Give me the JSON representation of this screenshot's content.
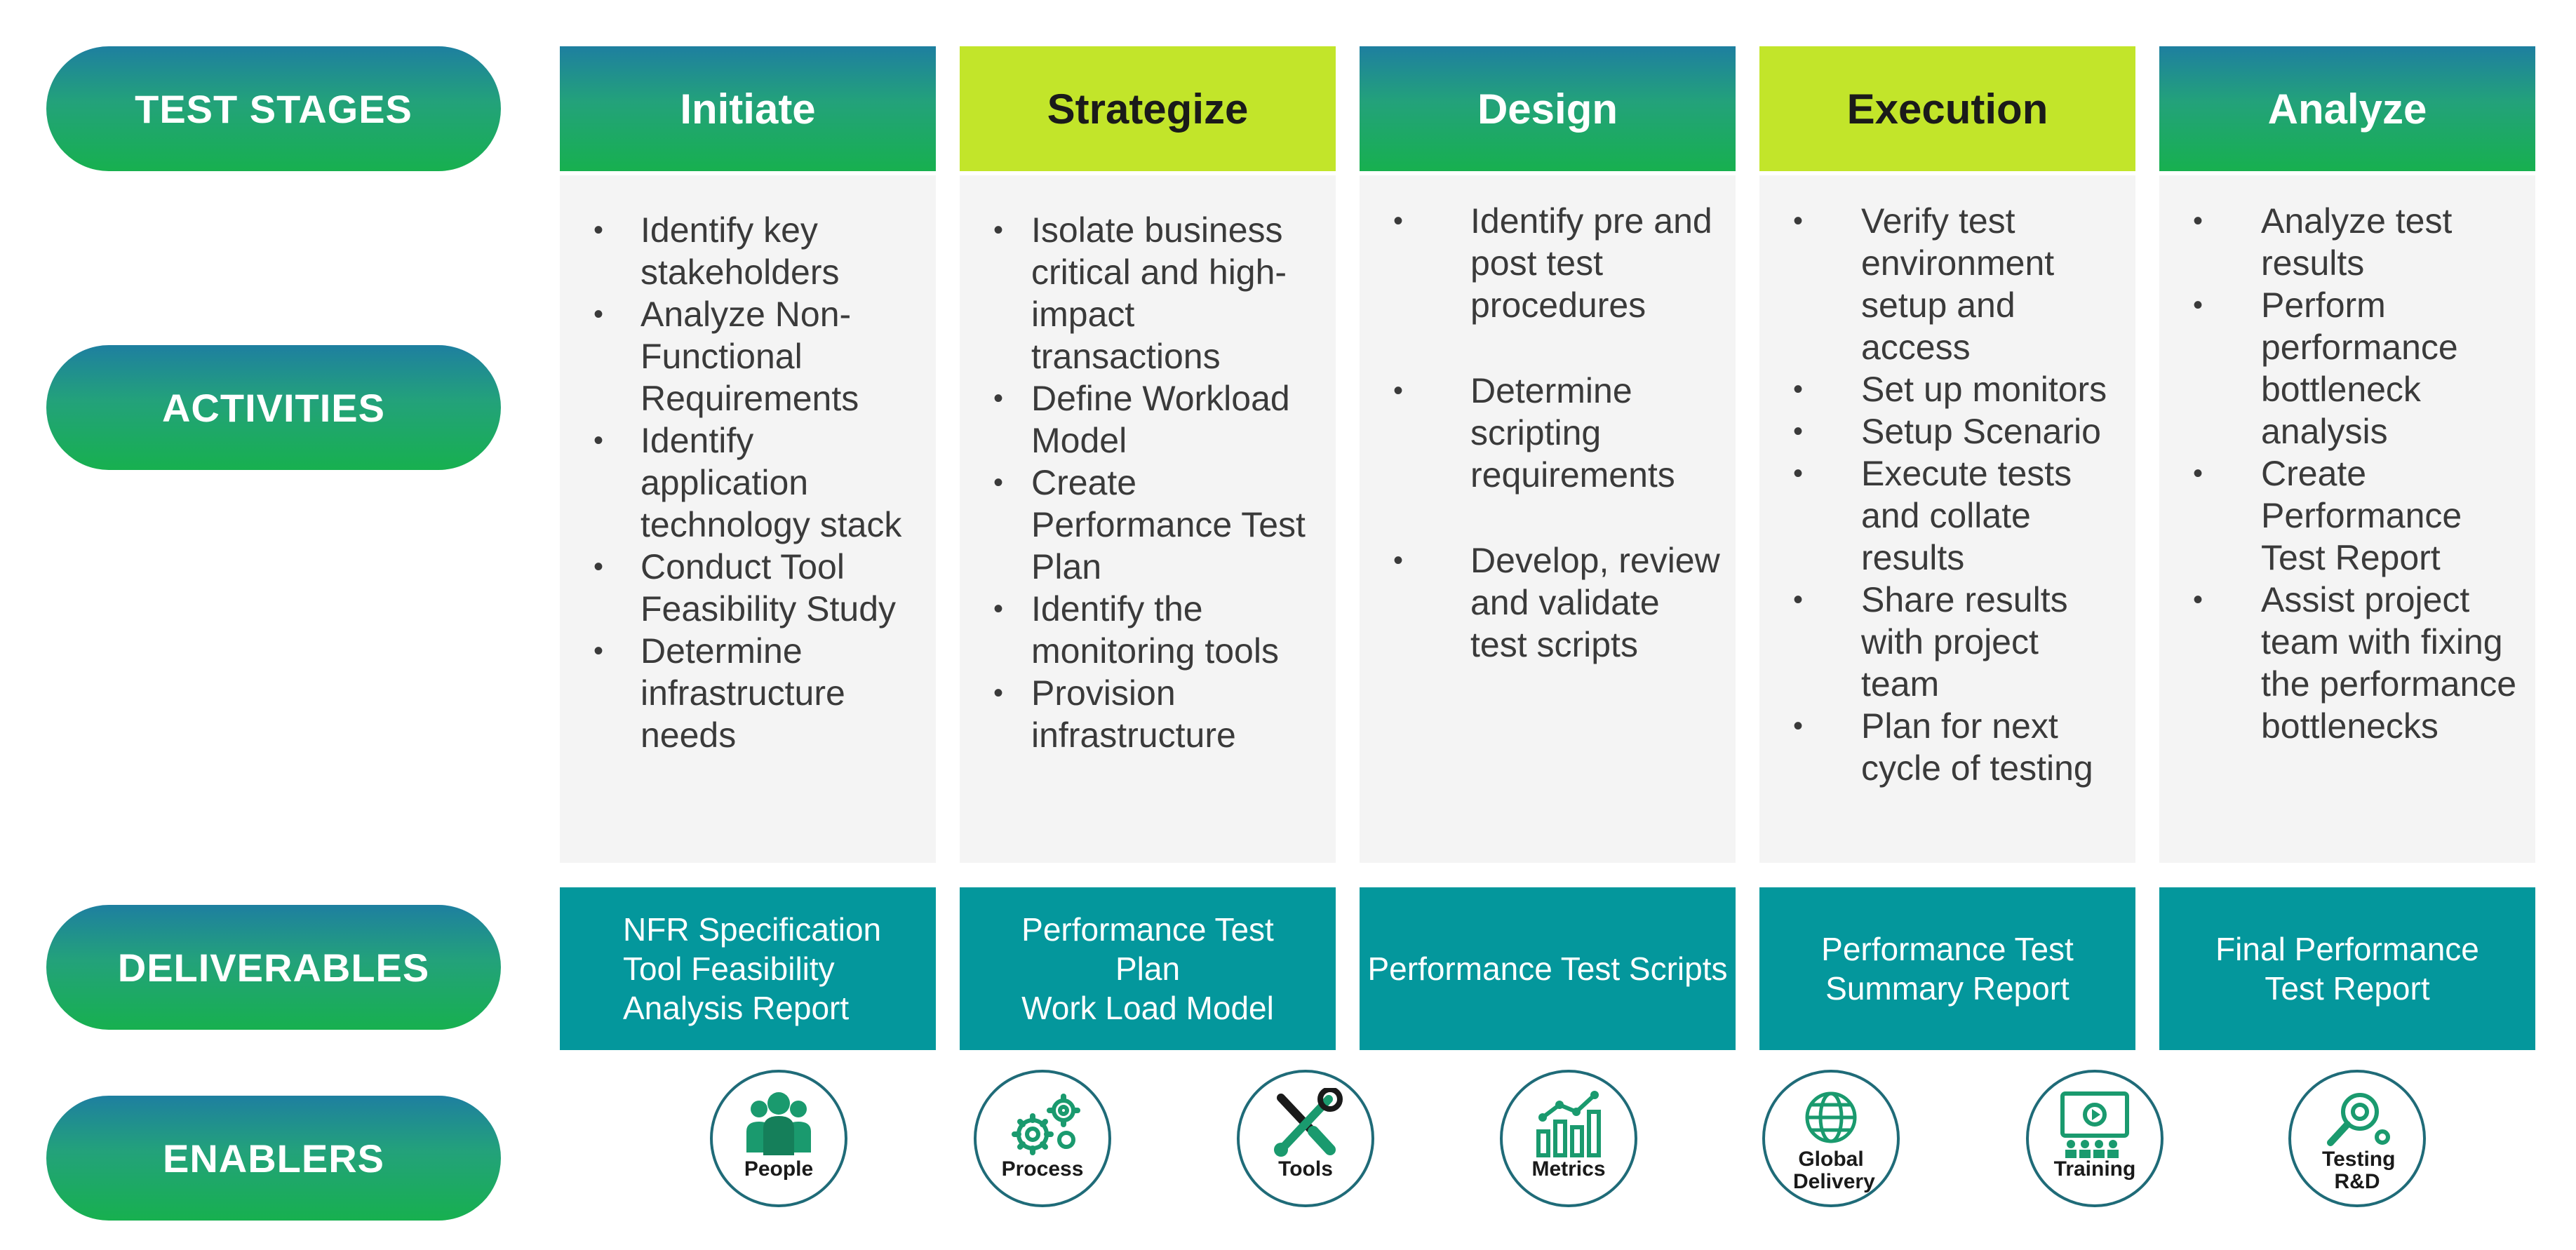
{
  "rows": {
    "stages": "TEST STAGES",
    "activities": "ACTIVITIES",
    "deliverables": "DELIVERABLES",
    "enablers": "ENABLERS"
  },
  "stages": [
    {
      "title": "Initiate",
      "activities": [
        "Identify key stakeholders",
        "Analyze Non-Functional Requirements",
        "Identify application technology stack",
        "Conduct Tool Feasibility Study",
        "Determine infrastructure needs"
      ],
      "deliverable": [
        "NFR Specification",
        "Tool Feasibility",
        "Analysis Report"
      ]
    },
    {
      "title": "Strategize",
      "activities": [
        "Isolate business critical  and high-impact transactions",
        "Define  Workload Model",
        "Create Performance Test Plan",
        "Identify the monitoring tools",
        "Provision infrastructure"
      ],
      "deliverable": [
        "Performance Test",
        "Plan",
        "Work Load Model"
      ]
    },
    {
      "title": "Design",
      "activities": [
        "Identify pre and post test procedures",
        "Determine scripting requirements",
        "Develop, review and validate test scripts"
      ],
      "deliverable": [
        "Performance Test Scripts"
      ]
    },
    {
      "title": "Execution",
      "activities": [
        "Verify test environment setup and access",
        "Set up monitors",
        "Setup Scenario",
        "Execute tests and collate results",
        "Share results with project team",
        "Plan for next cycle of testing"
      ],
      "deliverable": [
        "Performance Test",
        "Summary Report"
      ]
    },
    {
      "title": "Analyze",
      "activities": [
        "Analyze test results",
        "Perform performance bottleneck analysis",
        "Create Performance Test Report",
        "Assist project team with fixing the performance bottlenecks"
      ],
      "deliverable": [
        "Final Performance",
        "Test Report"
      ]
    }
  ],
  "enablers": [
    {
      "label": "People",
      "icon": "people-icon"
    },
    {
      "label": "Process",
      "icon": "gears-icon"
    },
    {
      "label": "Tools",
      "icon": "tools-icon"
    },
    {
      "label": "Metrics",
      "icon": "chart-icon"
    },
    {
      "label": "Global Delivery",
      "icon": "globe-icon"
    },
    {
      "label": "Training",
      "icon": "training-icon"
    },
    {
      "label": "Testing R&D",
      "icon": "magnifier-gear-icon"
    }
  ],
  "colors": {
    "teal": "#04979c",
    "lime": "#c2e52a",
    "green_gradient_top": "#1e7fa0",
    "green_gradient_bottom": "#17b04f",
    "icon_green": "#1a9a6e"
  }
}
